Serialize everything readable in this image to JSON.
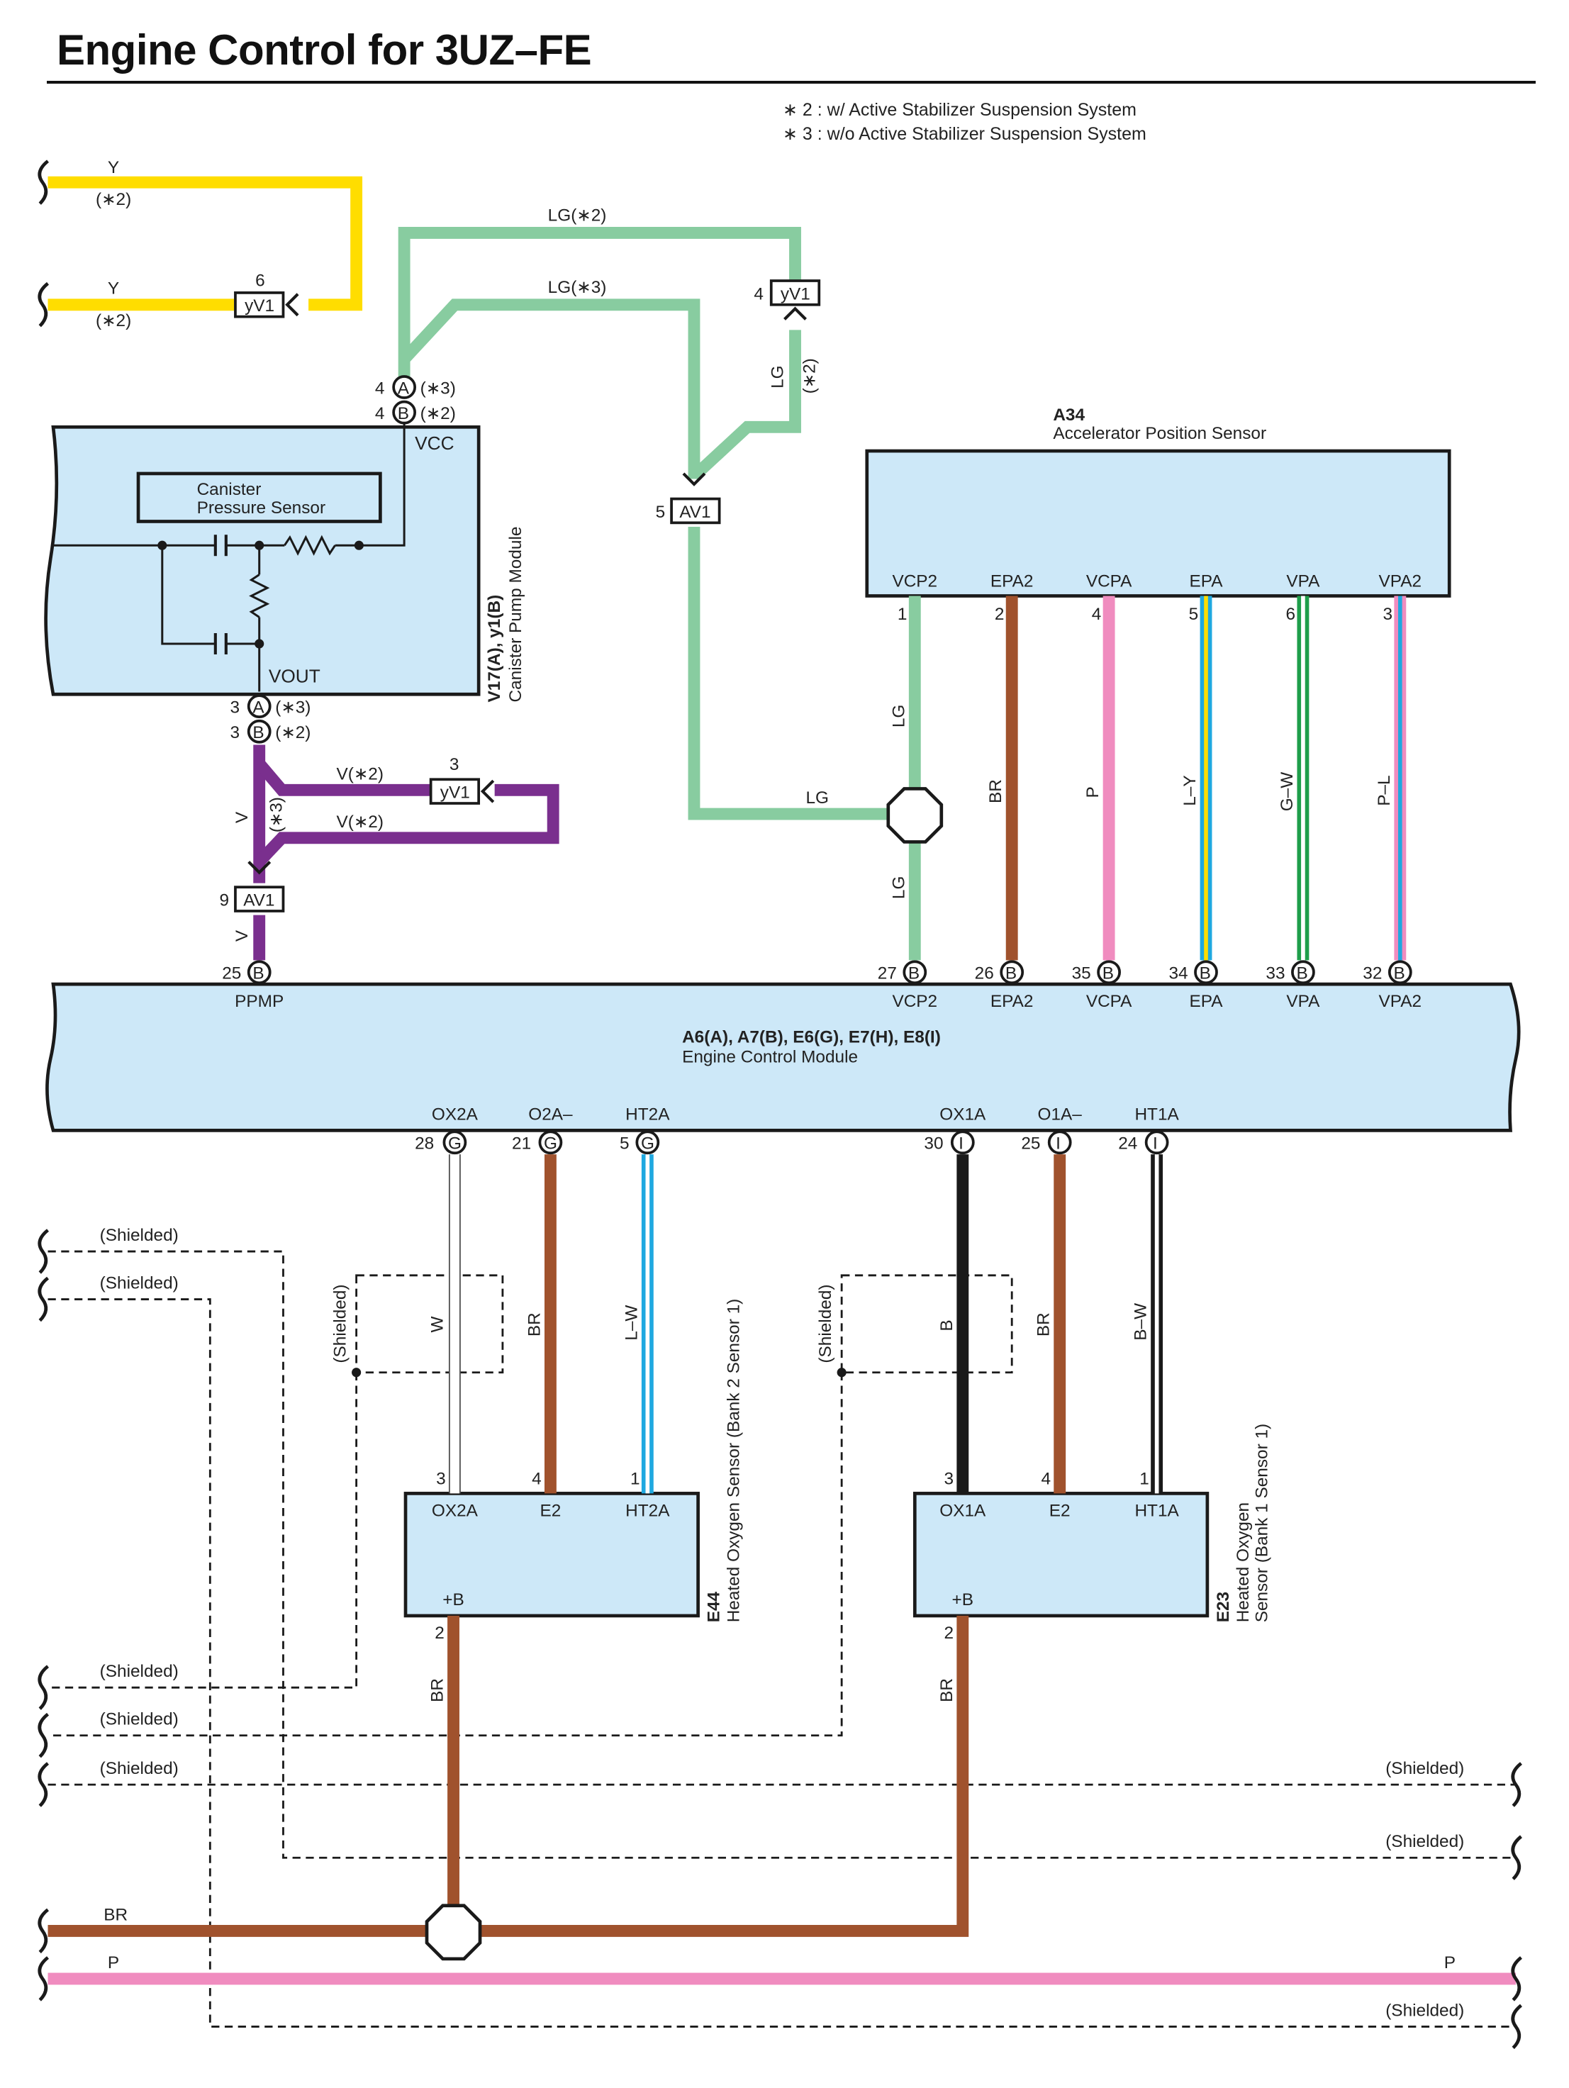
{
  "title": "Engine Control for 3UZ–FE",
  "notes": [
    "∗ 2 : w/ Active Stabilizer Suspension System",
    "∗ 3 : w/o Active Stabilizer Suspension System"
  ],
  "colors": {
    "Y": "#FFDD00",
    "LG": "#88CCA0",
    "V": "#7A2F8E",
    "BR": "#A0522D",
    "P": "#F08CBF",
    "B": "#1A1A1A",
    "W": "#FFFFFF",
    "L": "#1FA8E0",
    "G": "#1E9E4A",
    "component_fill": "#CDE8F8",
    "outline": "#1A1A1A"
  },
  "components": {
    "canister_pump": {
      "code": "V17(A), y1(B)",
      "name": "Canister Pump Module",
      "sub_name": "Canister\nPressure Sensor",
      "pins": {
        "vcc": "VCC",
        "vout": "VOUT"
      }
    },
    "accel_sensor": {
      "code": "A34",
      "name": "Accelerator Position Sensor",
      "pins": [
        {
          "label": "VCP2",
          "no": "1",
          "wire": "LG"
        },
        {
          "label": "EPA2",
          "no": "2",
          "wire": "BR"
        },
        {
          "label": "VCPA",
          "no": "4",
          "wire": "P"
        },
        {
          "label": "EPA",
          "no": "5",
          "wire": "L–Y"
        },
        {
          "label": "VPA",
          "no": "6",
          "wire": "G–W"
        },
        {
          "label": "VPA2",
          "no": "3",
          "wire": "P–L"
        }
      ]
    },
    "ecm": {
      "code": "A6(A), A7(B), E6(G), E7(H), E8(I)",
      "name": "Engine Control Module",
      "top_pins": [
        {
          "label": "PPMP",
          "no": "25",
          "conn": "B"
        },
        {
          "label": "VCP2",
          "no": "27",
          "conn": "B"
        },
        {
          "label": "EPA2",
          "no": "26",
          "conn": "B"
        },
        {
          "label": "VCPA",
          "no": "35",
          "conn": "B"
        },
        {
          "label": "EPA",
          "no": "34",
          "conn": "B"
        },
        {
          "label": "VPA",
          "no": "33",
          "conn": "B"
        },
        {
          "label": "VPA2",
          "no": "32",
          "conn": "B"
        }
      ],
      "bottom_pins": [
        {
          "label": "OX2A",
          "no": "28",
          "conn": "G"
        },
        {
          "label": "O2A–",
          "no": "21",
          "conn": "G"
        },
        {
          "label": "HT2A",
          "no": "5",
          "conn": "G"
        },
        {
          "label": "OX1A",
          "no": "30",
          "conn": "I"
        },
        {
          "label": "O1A–",
          "no": "25",
          "conn": "I"
        },
        {
          "label": "HT1A",
          "no": "24",
          "conn": "I"
        }
      ]
    },
    "o2_bank2": {
      "code": "E44",
      "name": "Heated Oxygen Sensor (Bank 2 Sensor 1)",
      "pins": [
        {
          "label": "OX2A",
          "no": "3",
          "wire": "W"
        },
        {
          "label": "E2",
          "no": "4",
          "wire": "BR"
        },
        {
          "label": "HT2A",
          "no": "1",
          "wire": "L–W"
        }
      ],
      "power": {
        "label": "+B",
        "no": "2",
        "wire": "BR"
      }
    },
    "o2_bank1": {
      "code": "E23",
      "name_line1": "Heated Oxygen",
      "name_line2": "Sensor (Bank 1 Sensor 1)",
      "pins": [
        {
          "label": "OX1A",
          "no": "3",
          "wire": "B"
        },
        {
          "label": "E2",
          "no": "4",
          "wire": "BR"
        },
        {
          "label": "HT1A",
          "no": "1",
          "wire": "B–W"
        }
      ],
      "power": {
        "label": "+B",
        "no": "2",
        "wire": "BR"
      }
    }
  },
  "connectors": {
    "yV1": "yV1",
    "AV1": "AV1",
    "pins": {
      "yv1_y": "6",
      "yv1_lg": "4",
      "yv1_v": "3",
      "av1_lg": "5",
      "av1_v": "9"
    },
    "canister_vcc": [
      {
        "no": "4",
        "conn": "A",
        "note": "(∗3)"
      },
      {
        "no": "4",
        "conn": "B",
        "note": "(∗2)"
      }
    ],
    "canister_vout": [
      {
        "no": "3",
        "conn": "A",
        "note": "(∗3)"
      },
      {
        "no": "3",
        "conn": "B",
        "note": "(∗2)"
      }
    ]
  },
  "wire_labels": {
    "y1": "Y",
    "y1_note": "(∗2)",
    "y2": "Y",
    "y2_note": "(∗2)",
    "lg_2": "LG(∗2)",
    "lg_3": "LG(∗3)",
    "lg_v": "LG",
    "lg_v_note": "(∗2)",
    "lg_vcp2_upper": "LG",
    "lg_vcp2_lower": "LG",
    "lg_horizontal": "LG",
    "v_2a": "V(∗2)",
    "v_2b": "V(∗2)",
    "v_left": "V",
    "v_left_note": "(∗3)",
    "v_bottom": "V",
    "br_bank2": "BR",
    "br_bank1": "BR",
    "br_main": "BR",
    "p_main_left": "P",
    "p_main_right": "P",
    "w": "W",
    "br_e2_2": "BR",
    "lw": "L–W",
    "b": "B",
    "br_e2_1": "BR",
    "bw": "B–W",
    "shielded": "(Shielded)"
  }
}
